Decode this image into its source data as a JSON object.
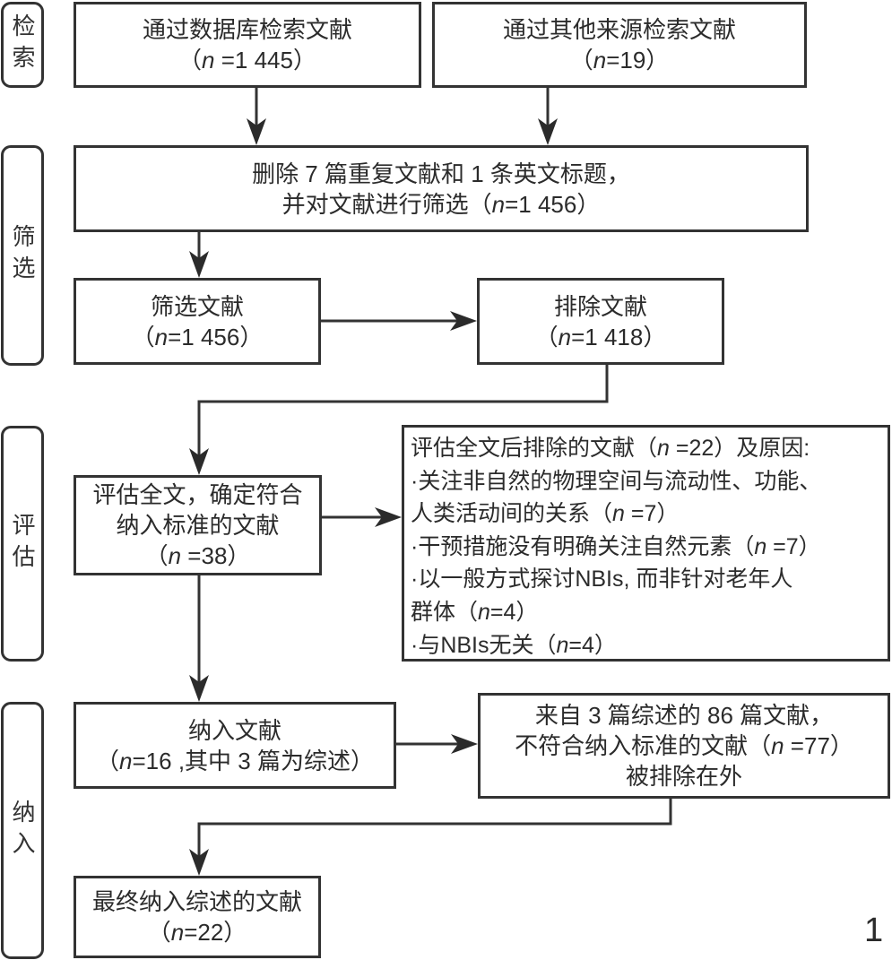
{
  "figure_number": "1",
  "stages": [
    {
      "label": "检索"
    },
    {
      "label": "筛选"
    },
    {
      "label": "评估"
    },
    {
      "label": "纳入"
    }
  ],
  "boxes": {
    "database_search": {
      "title": "通过数据库检索文献",
      "count": {
        "pre": "（",
        "var": "n",
        "post": " =1 445）"
      }
    },
    "other_sources": {
      "title": "通过其他来源检索文献",
      "count": {
        "pre": "（",
        "var": "n",
        "post": "=19）"
      }
    },
    "deduplication": {
      "title": "删除 7 篇重复文献和 1 条英文标题，",
      "count": {
        "pre": "并对文献进行筛选（",
        "var": "n",
        "post": "=1 456）"
      }
    },
    "screened": {
      "title": "筛选文献",
      "count": {
        "pre": "（",
        "var": "n",
        "post": "=1 456）"
      }
    },
    "excluded": {
      "title": "排除文献",
      "count": {
        "pre": "（",
        "var": "n",
        "post": "=1 418）"
      }
    },
    "full_text_assessed": {
      "title_line1": "评估全文，确定符合",
      "title_line2": "纳入标准的文献",
      "count": {
        "pre": "（",
        "var": "n",
        "post": " =38）"
      }
    },
    "full_text_excluded": {
      "header": {
        "pre": "评估全文后排除的文献（",
        "var": "n",
        "post": " =22）及原因:"
      },
      "reasons": [
        {
          "line1": "·关注非自然的物理空间与流动性、功能、",
          "line2": {
            "pre": "人类活动间的关系（",
            "var": "n",
            "post": " =7）"
          }
        },
        {
          "line1": {
            "pre": "·干预措施没有明确关注自然元素（",
            "var": "n",
            "post": " =7）"
          }
        },
        {
          "line1": "·以一般方式探讨NBIs, 而非针对老年人",
          "line2": {
            "pre": "群体（",
            "var": "n",
            "post": "=4）"
          }
        },
        {
          "line1": {
            "pre": "·与NBIs无关（",
            "var": "n",
            "post": "=4）"
          }
        }
      ]
    },
    "included": {
      "title": "纳入文献",
      "count": {
        "pre": "（",
        "var": "n",
        "post": "=16 ,其中 3 篇为综述）"
      }
    },
    "review_refs_excluded": {
      "line1": "来自 3 篇综述的 86 篇文献，",
      "line2": {
        "pre": "不符合纳入标准的文献（",
        "var": "n",
        "post": " =77）"
      },
      "line3": "被排除在外"
    },
    "final_included": {
      "title": "最终纳入综述的文献",
      "count": {
        "pre": "（",
        "var": "n",
        "post": "=22）"
      }
    }
  }
}
